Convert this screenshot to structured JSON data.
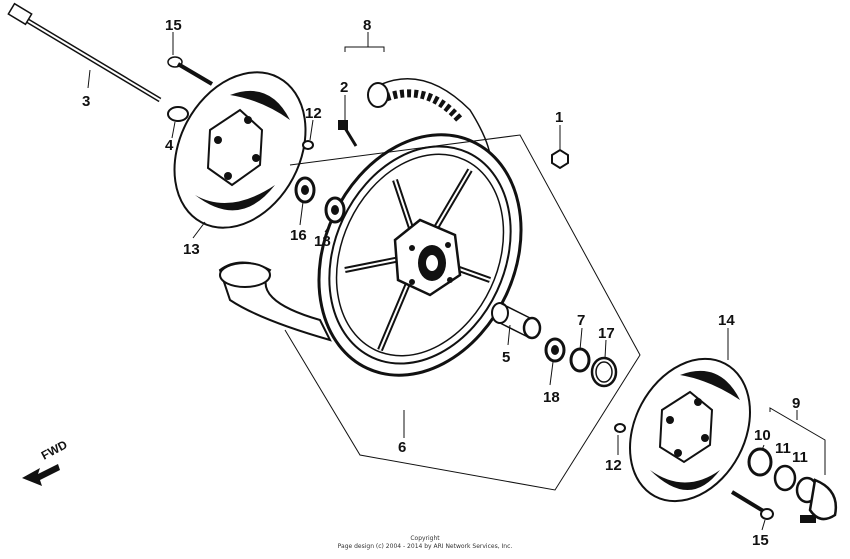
{
  "callouts": [
    {
      "id": "c15a",
      "label": "15"
    },
    {
      "id": "c8",
      "label": "8"
    },
    {
      "id": "c2",
      "label": "2"
    },
    {
      "id": "c3",
      "label": "3"
    },
    {
      "id": "c12a",
      "label": "12"
    },
    {
      "id": "c1",
      "label": "1"
    },
    {
      "id": "c4",
      "label": "4"
    },
    {
      "id": "c16",
      "label": "16"
    },
    {
      "id": "c18a",
      "label": "18"
    },
    {
      "id": "c13",
      "label": "13"
    },
    {
      "id": "c7",
      "label": "7"
    },
    {
      "id": "c17",
      "label": "17"
    },
    {
      "id": "c5",
      "label": "5"
    },
    {
      "id": "c14",
      "label": "14"
    },
    {
      "id": "c18b",
      "label": "18"
    },
    {
      "id": "c9",
      "label": "9"
    },
    {
      "id": "c6",
      "label": "6"
    },
    {
      "id": "c10",
      "label": "10"
    },
    {
      "id": "c11a",
      "label": "11"
    },
    {
      "id": "c11b",
      "label": "11"
    },
    {
      "id": "c12b",
      "label": "12"
    },
    {
      "id": "c15b",
      "label": "15"
    }
  ],
  "fwd_label": "FWD",
  "copyright": {
    "line1": "Copyright",
    "line2": "Page design (c) 2004 - 2014 by ARI Network Services, Inc."
  }
}
